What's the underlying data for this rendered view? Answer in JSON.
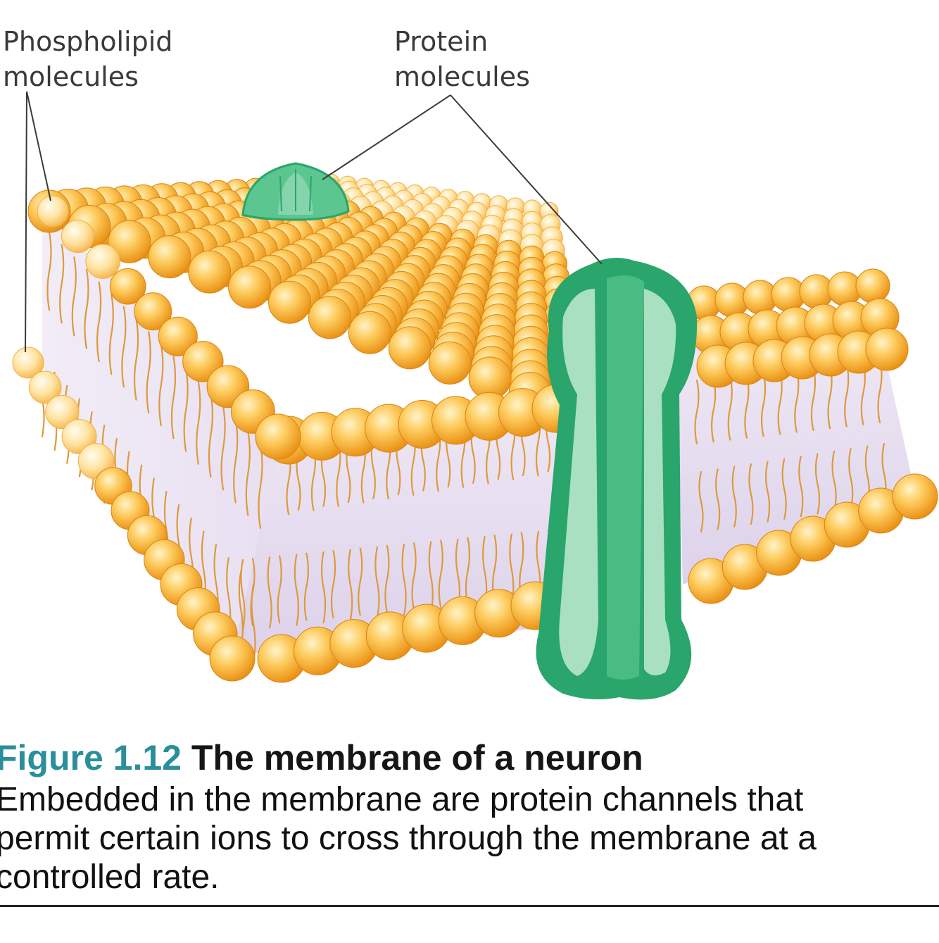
{
  "labels": {
    "phospholipid": [
      "Phospholipid",
      "molecules"
    ],
    "protein": [
      "Protein",
      "molecules"
    ]
  },
  "caption": {
    "figure_number": "Figure 1.12",
    "title": "The membrane of a neuron",
    "body_lines": [
      "Embedded in the membrane are protein channels that",
      "permit certain ions to cross through the membrane at a",
      "controlled rate."
    ]
  },
  "colors": {
    "head_light": "#ffe9a8",
    "head_mid": "#fdbf4a",
    "head_dark": "#e98f12",
    "core": "#e6dcef",
    "tail": "#dd9a3c",
    "protein_dark": "#2aa56b",
    "protein_mid": "#5cc690",
    "protein_light": "#a9e0c2",
    "caption_accent": "#2a8f9a"
  }
}
